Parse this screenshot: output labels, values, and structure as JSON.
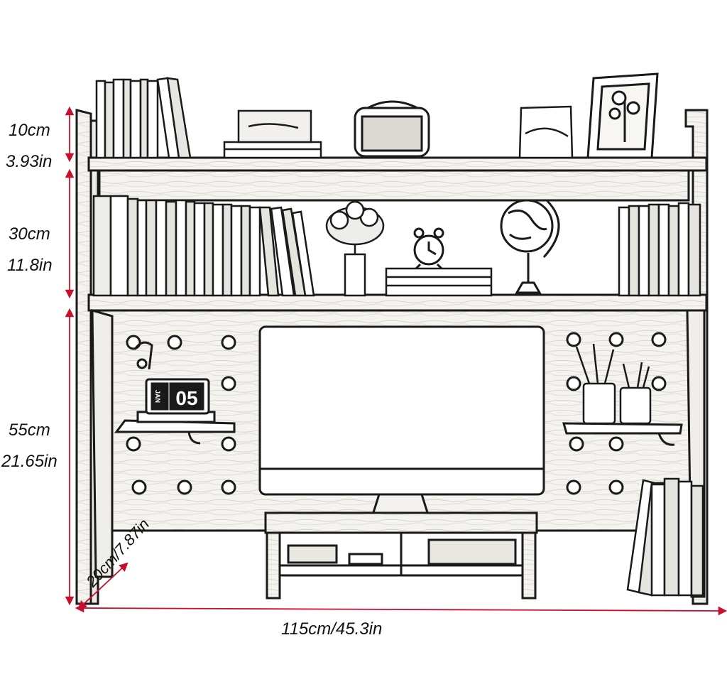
{
  "dimensions": {
    "top_section": {
      "metric": "10cm",
      "imperial": "3.93in"
    },
    "middle_section": {
      "metric": "30cm",
      "imperial": "11.8in"
    },
    "bottom_section": {
      "metric": "55cm",
      "imperial": "21.65in"
    },
    "depth": "20cm/7.87in",
    "width": "115cm/45.3in"
  },
  "clock_display": {
    "small": "JAN",
    "digits": "05"
  },
  "colors": {
    "dimension_line": "#c8102e",
    "outline": "#1a1a1a",
    "wood": "#f4f2ee"
  }
}
